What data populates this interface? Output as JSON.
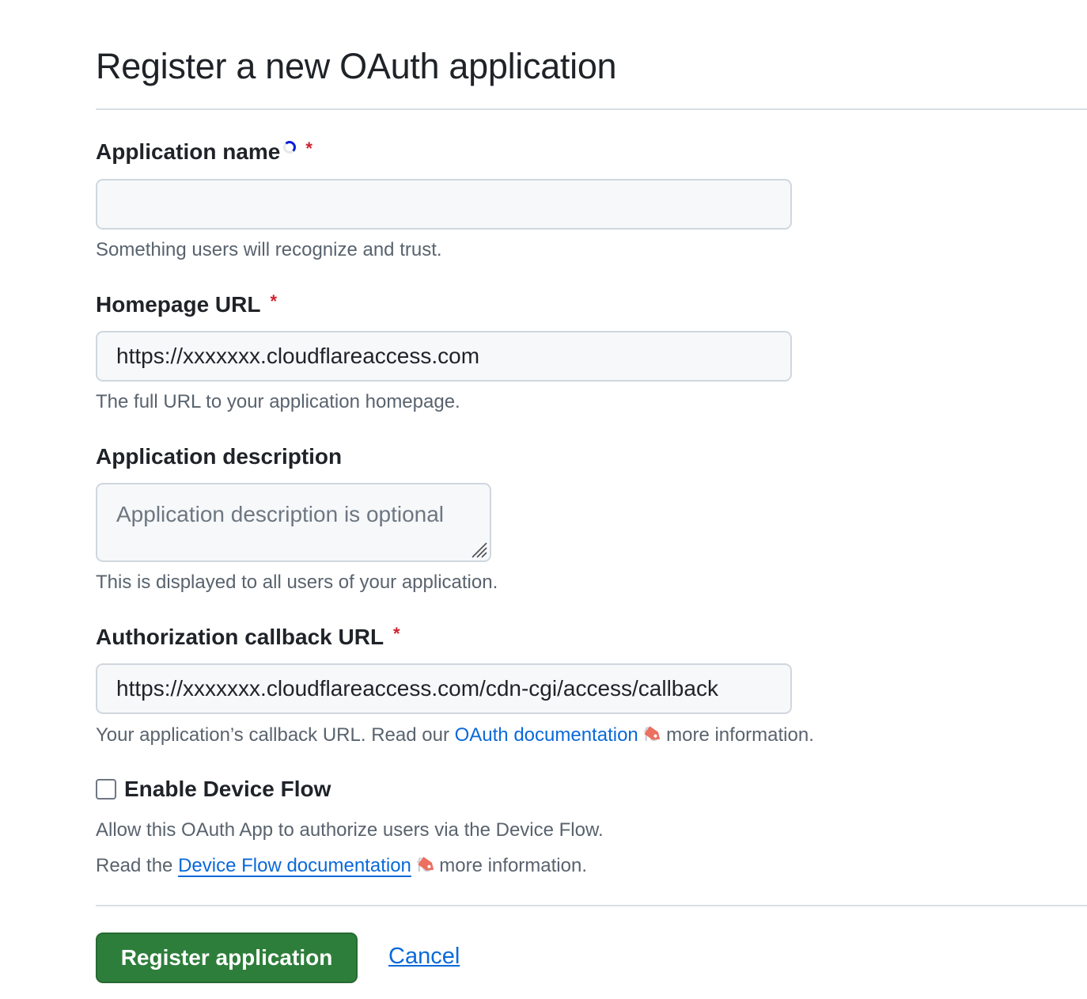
{
  "page": {
    "title": "Register a new OAuth application"
  },
  "form": {
    "app_name": {
      "label": "Application name",
      "required_mark": "*",
      "value": "",
      "hint": "Something users will recognize and trust."
    },
    "homepage_url": {
      "label": "Homepage URL",
      "required_mark": "*",
      "value": "https://xxxxxxx.cloudflareaccess.com",
      "hint": "The full URL to your application homepage."
    },
    "description": {
      "label": "Application description",
      "placeholder": "Application description is optional",
      "value": "",
      "hint": "This is displayed to all users of your application."
    },
    "callback_url": {
      "label": "Authorization callback URL",
      "required_mark": "*",
      "value": "https://xxxxxxx.cloudflareaccess.com/cdn-cgi/access/callback",
      "hint_prefix": "Your application’s callback URL. Read our ",
      "hint_link": "OAuth documentation",
      "hint_hidden": "fo",
      "hint_suffix": "more information."
    },
    "device_flow": {
      "label": "Enable Device Flow",
      "checked": false,
      "hint_line1": "Allow this OAuth App to authorize users via the Device Flow.",
      "hint_prefix": "Read the ",
      "hint_link": "Device Flow documentation",
      "hint_hidden": "fo",
      "hint_suffix": "more information."
    }
  },
  "actions": {
    "submit_label": "Register application",
    "cancel_label": "Cancel"
  },
  "icons": {
    "loading": "loading-spinner-icon",
    "tag": "tag-icon",
    "resize": "resize-grip-icon"
  },
  "colors": {
    "primary_button": "#2e7e3b",
    "link": "#0969da",
    "required": "#cf222e",
    "tag_icon": "#ec6f60",
    "spinner": "#0a1fd6"
  }
}
